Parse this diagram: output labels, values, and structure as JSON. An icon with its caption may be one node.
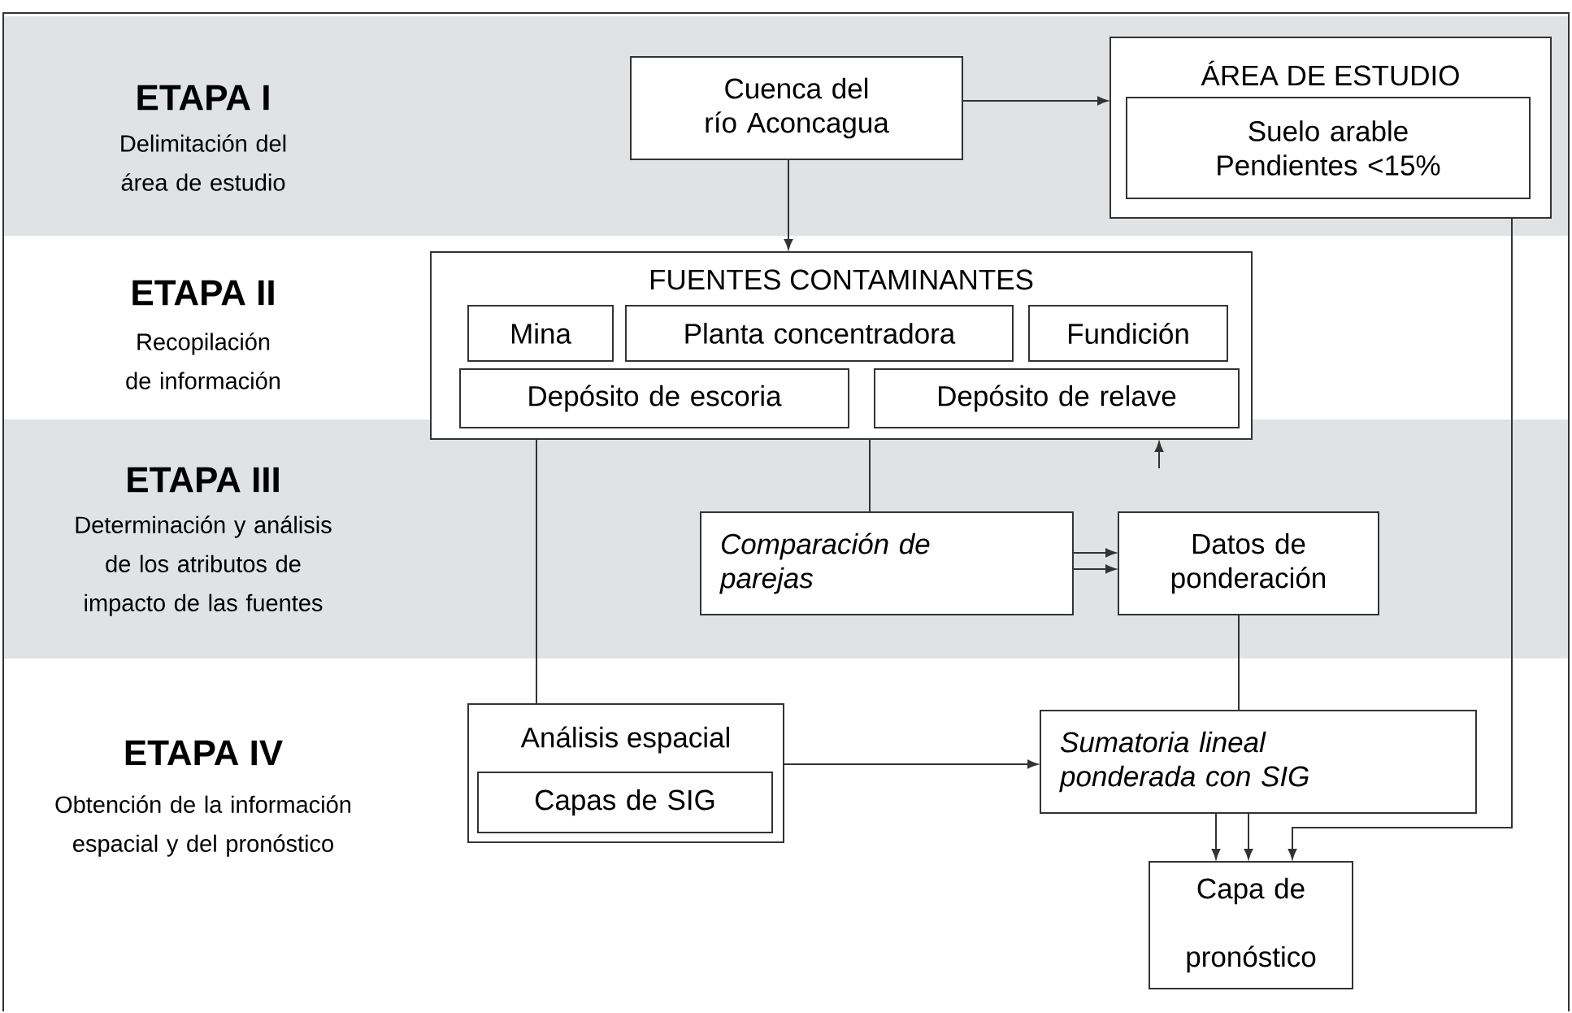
{
  "diagram": {
    "nodes": [
      {
        "text": [
          "Cuenca del río Aconcagua"
        ]
      },
      {
        "text": [
          "ÁREA DE ESTUDIO"
        ]
      },
      {
        "text": [
          "Suelo arable Pendientes <15%"
        ],
        "in": 1
      },
      {
        "text": [
          "FUENTES CONTAMINANTES"
        ]
      },
      {
        "text": [
          "Mina"
        ],
        "in": 3
      },
      {
        "text": [
          "Planta concentradora"
        ],
        "in": 3
      },
      {
        "text": [
          "Fundición"
        ],
        "in": 3
      },
      {
        "text": [
          "Depósito de escoria"
        ],
        "in": 3
      },
      {
        "text": [
          "Depósito de relave"
        ],
        "in": 3
      },
      {
        "text": [
          "Comparación de parejas"
        ]
      },
      {
        "text": [
          "Datos de ponderación"
        ]
      },
      {
        "text": [
          "Análisis espacial"
        ]
      },
      {
        "text": [
          "Capas de SIG"
        ],
        "in": 11
      },
      {
        "text": [
          "Sumatoria lineal ponderada con SIG"
        ]
      },
      {
        "text": [
          "Capa de pronóstico"
        ]
      }
    ],
    "edges": [
      {
        "from": 0,
        "to": 1,
        "arrow": "to"
      },
      {
        "from": 0,
        "to": 3,
        "arrow": "to"
      },
      {
        "from": 1,
        "to": 14,
        "arrow": "to"
      },
      {
        "from": 3,
        "to": 9,
        "arrow": "none"
      },
      {
        "from": 3,
        "to": 11,
        "arrow": "none"
      },
      {
        "from": 9,
        "to": 10,
        "arrow": "to"
      },
      {
        "from": 9,
        "to": 10,
        "arrow": "to"
      },
      {
        "from": 10,
        "to": 13,
        "arrow": "none"
      },
      {
        "from": 11,
        "to": 13,
        "arrow": "to"
      },
      {
        "from": 13,
        "to": 14,
        "arrow": "to"
      },
      {
        "from": 13,
        "to": 14,
        "arrow": "to"
      },
      {
        "from": null,
        "to": 3,
        "arrow": "to"
      }
    ],
    "labels": [
      "ETAPA I",
      "Delimitación del área de estudio",
      "ETAPA II",
      "Recopilación de información",
      "ETAPA III",
      "Determinación y análisis de los atributos de impacto de las fuentes",
      "ETAPA IV",
      "Obtención de la información espacial y del pronóstico"
    ]
  }
}
